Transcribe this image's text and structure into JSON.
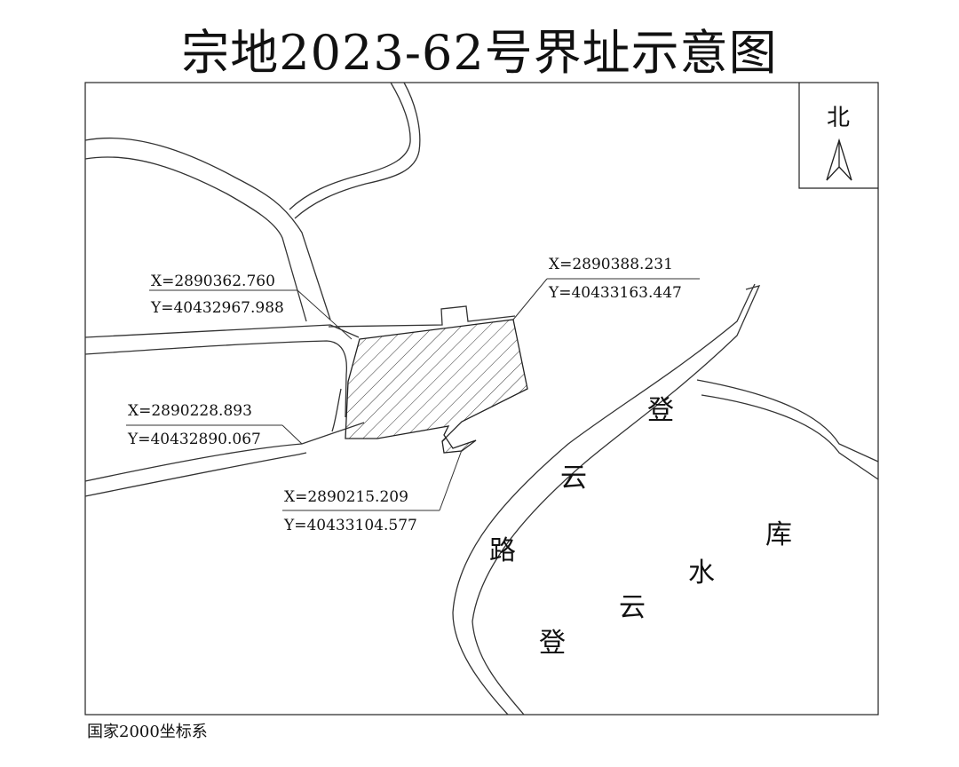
{
  "title": "宗地2023-62号界址示意图",
  "north_label": "北",
  "coordinates": [
    {
      "x_label": "X=2890362.760",
      "y_label": "Y=40432967.988"
    },
    {
      "x_label": "X=2890388.231",
      "y_label": "Y=40433163.447"
    },
    {
      "x_label": "X=2890228.893",
      "y_label": "Y=40432890.067"
    },
    {
      "x_label": "X=2890215.209",
      "y_label": "Y=40433104.577"
    }
  ],
  "road_label_chars": [
    "登",
    "云",
    "路"
  ],
  "reservoir_label_chars": [
    "登",
    "云",
    "水",
    "库"
  ],
  "footer": "国家2000坐标系"
}
